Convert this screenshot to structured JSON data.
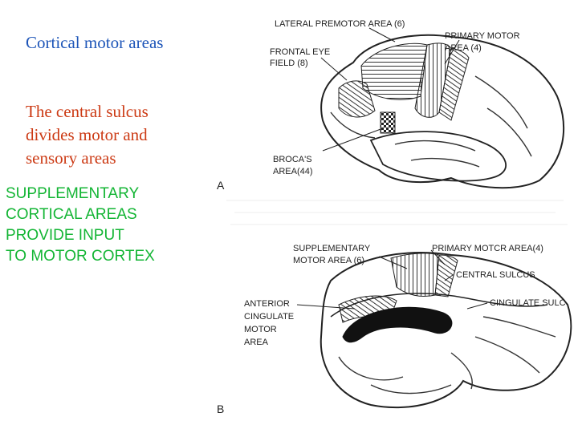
{
  "slide": {
    "title": "Cortical motor areas",
    "subtitle": "The central sulcus divides motor and sensory areas",
    "highlight": "SUPPLEMENTARY\nCORTICAL AREAS\nPROVIDE INPUT\nTO MOTOR CORTEX"
  },
  "figure_a": {
    "panel": "A",
    "labels": {
      "lateral_premotor_line1": "LATERAL PREMOTOR AREA (6)",
      "frontal_eye_line1": "FRONTAL EYE",
      "frontal_eye_line2": "FIELD (8)",
      "primary_motor_line1": "PRIMARY MOTOR",
      "primary_motor_line2": "AREA (4)",
      "broca_line1": "BROCA'S",
      "broca_line2": "AREA(44)"
    }
  },
  "figure_b": {
    "panel": "B",
    "labels": {
      "supplementary_line1": "SUPPLEMENTARY",
      "supplementary_line2": "MOTOR AREA (6)",
      "primary_motor": "PRIMARY MOTCR AREA(4)",
      "central_sulcus": "CENTRAL SULCUS",
      "cingulate_sulcus": "CINGULATE SULC",
      "anterior_line1": "ANTERIOR",
      "anterior_line2": "CINGULATE",
      "anterior_line3": "MOTOR",
      "anterior_line4": "AREA"
    }
  }
}
